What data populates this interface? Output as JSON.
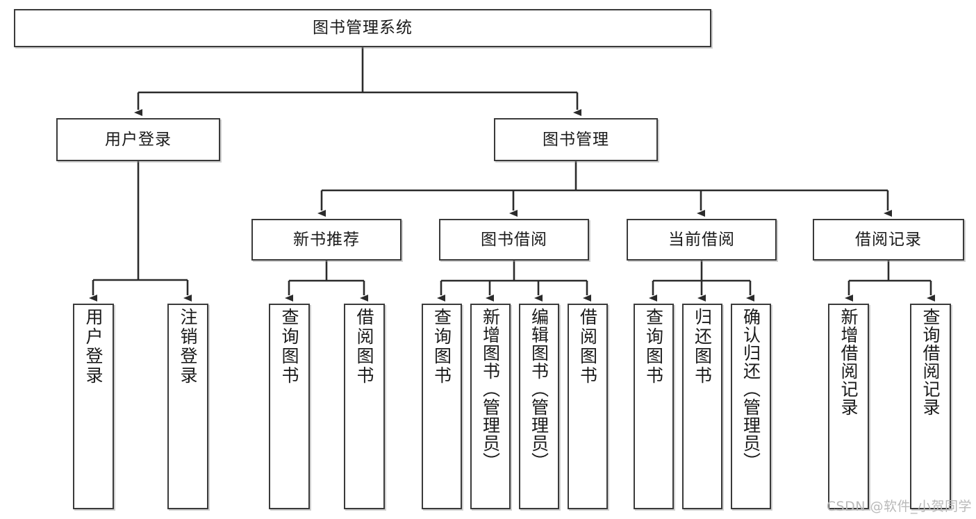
{
  "diagram": {
    "title": "图书管理系统",
    "type": "tree",
    "watermark": "CSDN @软件_小贺同学",
    "colors": {
      "background": "#ffffff",
      "node_fill": "#ffffff",
      "node_border": "#3a3a3a",
      "edge": "#2b2b2b",
      "text": "#1a1a1a",
      "watermark": "#b9b9b9"
    },
    "nodes": {
      "root": {
        "label": "图书管理系统"
      },
      "level2": [
        {
          "label": "用户登录"
        },
        {
          "label": "图书管理"
        }
      ],
      "level3": [
        {
          "label": "新书推荐"
        },
        {
          "label": "图书借阅"
        },
        {
          "label": "当前借阅"
        },
        {
          "label": "借阅记录"
        }
      ],
      "leaves": {
        "user_login": [
          {
            "label": "用户登录"
          },
          {
            "label": "注销登录"
          }
        ],
        "new_book_recommend": [
          {
            "label": "查询图书"
          },
          {
            "label": "借阅图书"
          }
        ],
        "book_borrow": [
          {
            "label": "查询图书"
          },
          {
            "label": "新增图书（管理员）"
          },
          {
            "label": "编辑图书（管理员）"
          },
          {
            "label": "借阅图书"
          }
        ],
        "current_borrow": [
          {
            "label": "查询图书"
          },
          {
            "label": "归还图书"
          },
          {
            "label": "确认归还（管理员）"
          }
        ],
        "borrow_records": [
          {
            "label": "新增借阅记录"
          },
          {
            "label": "查询借阅记录"
          }
        ]
      }
    }
  }
}
